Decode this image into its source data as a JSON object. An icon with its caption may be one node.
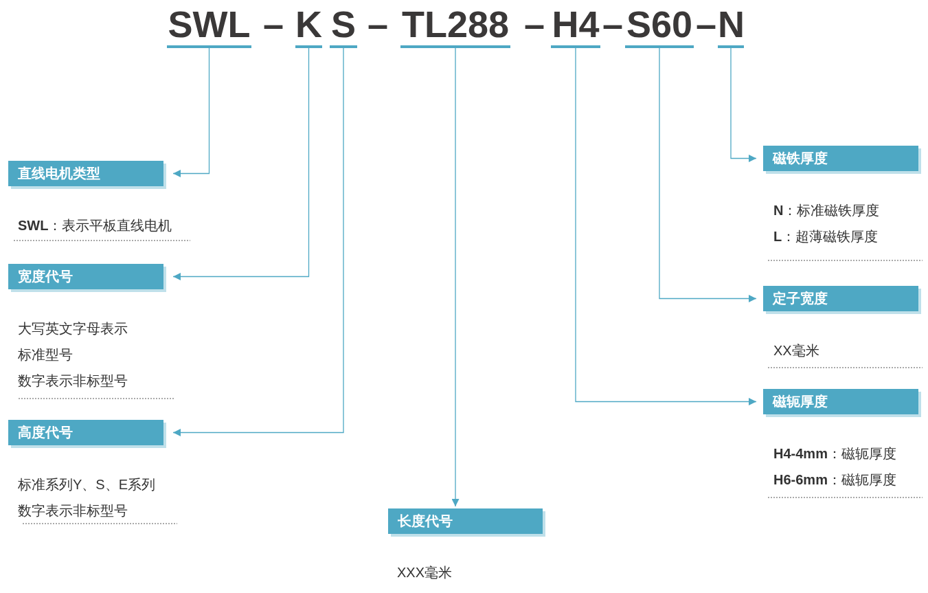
{
  "diagram": {
    "nodes": [
      {
        "text": [
          "SWL"
        ]
      },
      {
        "text": [
          "K"
        ]
      },
      {
        "text": [
          "S"
        ]
      },
      {
        "text": [
          "TL288"
        ]
      },
      {
        "text": [
          "H4"
        ]
      },
      {
        "text": [
          "S60"
        ]
      },
      {
        "text": [
          "N"
        ]
      },
      {
        "text": [
          "直线电机类型"
        ],
        "beside": [
          "**SWL**：表示平板直线电机"
        ]
      },
      {
        "text": [
          "磁铁厚度"
        ],
        "beside": [
          "**N**：标准磁铁厚度",
          "**L**：超薄磁铁厚度"
        ]
      },
      {
        "text": [
          "宽度代号"
        ],
        "beside": [
          "大写英文字母表示",
          "标准型号",
          "数字表示非标型号"
        ]
      },
      {
        "text": [
          "定子宽度"
        ],
        "beside": [
          "XX毫米"
        ]
      },
      {
        "text": [
          "高度代号"
        ],
        "beside": [
          "标准系列Y、S、E系列",
          "数字表示非标型号"
        ]
      },
      {
        "text": [
          "磁轭厚度"
        ],
        "beside": [
          "**H4-4mm**：磁轭厚度",
          "**H6-6mm**：磁轭厚度"
        ]
      },
      {
        "text": [
          "长度代号"
        ],
        "beside": [
          "XXX毫米"
        ]
      }
    ],
    "edges": [
      {
        "from": 0,
        "to": 7,
        "arrow": "to"
      },
      {
        "from": 1,
        "to": 9,
        "arrow": "to"
      },
      {
        "from": 2,
        "to": 11,
        "arrow": "to"
      },
      {
        "from": 3,
        "to": 13,
        "arrow": "to"
      },
      {
        "from": 4,
        "to": 12,
        "arrow": "to"
      },
      {
        "from": 5,
        "to": 10,
        "arrow": "to"
      },
      {
        "from": 6,
        "to": 8,
        "arrow": "to"
      }
    ],
    "labels": [
      "–",
      "–",
      "–",
      "–",
      "–"
    ]
  }
}
